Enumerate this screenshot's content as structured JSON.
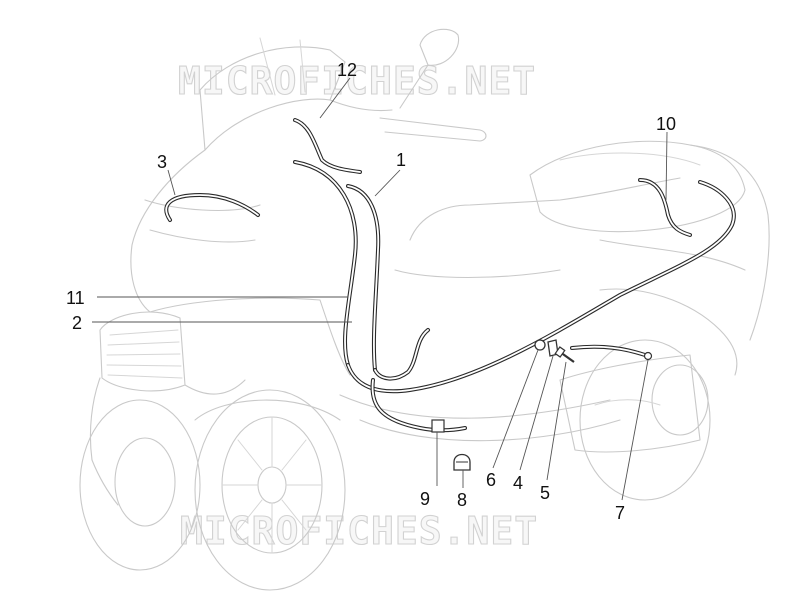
{
  "diagram": {
    "watermark_top": "MICROFICHES.NET",
    "watermark_bottom": "MICROFICHES.NET",
    "callouts": [
      "1",
      "2",
      "3",
      "4",
      "5",
      "6",
      "7",
      "8",
      "9",
      "10",
      "11",
      "12"
    ]
  }
}
